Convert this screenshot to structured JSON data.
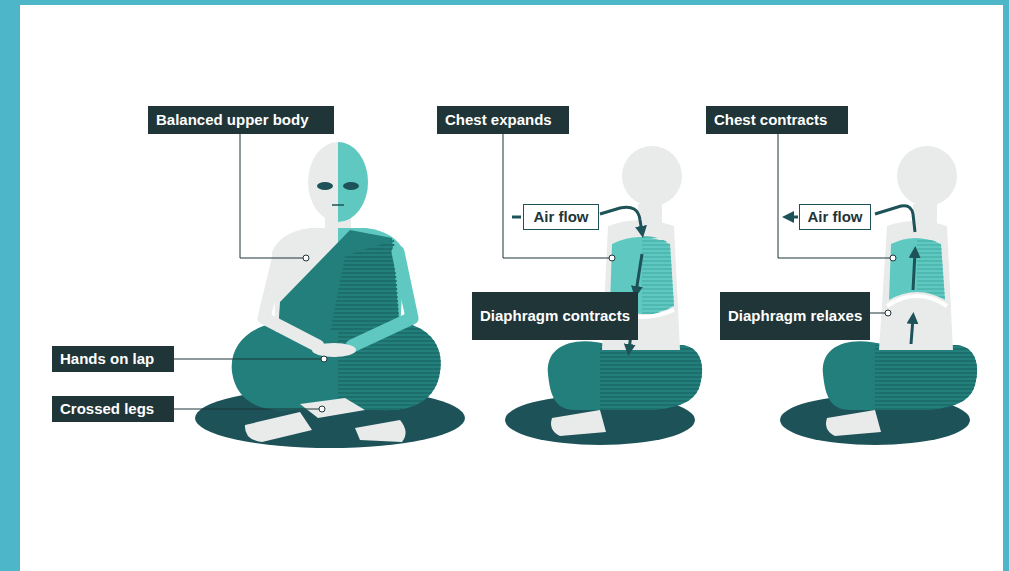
{
  "diagram": {
    "nodes": [
      {
        "text": [
          "Balanced upper body"
        ]
      },
      {
        "text": [
          "Hands on lap"
        ]
      },
      {
        "text": [
          "Crossed legs"
        ]
      },
      {
        "text": [
          "Chest expands"
        ]
      },
      {
        "text": [
          "Air flow"
        ]
      },
      {
        "text": [
          "Diaphragm contracts"
        ]
      },
      {
        "text": [
          "Chest contracts"
        ]
      },
      {
        "text": [
          "Air flow"
        ]
      },
      {
        "text": [
          "Diaphragm relaxes"
        ]
      }
    ]
  }
}
